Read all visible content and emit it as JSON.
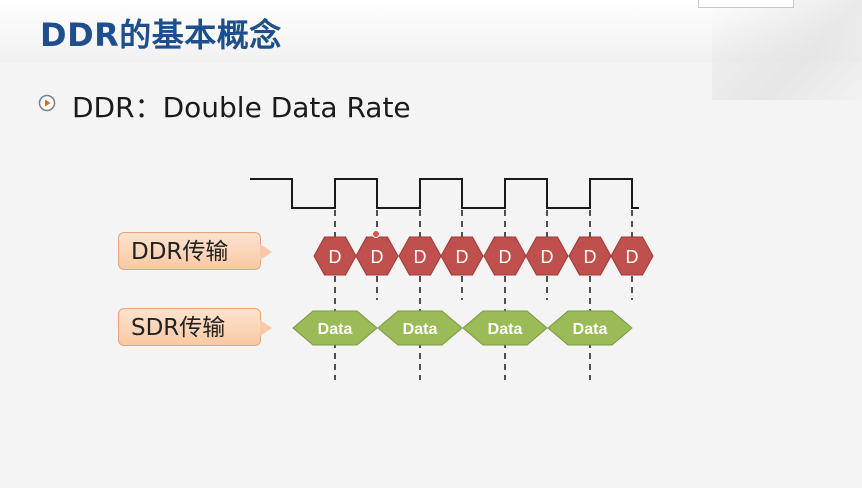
{
  "title": "DDR的基本概念",
  "bullet": "DDR：Double Data Rate",
  "labels": {
    "ddr": "DDR传输",
    "sdr": "SDR传输"
  },
  "ddr_cells": [
    "D",
    "D",
    "D",
    "D",
    "D",
    "D",
    "D",
    "D"
  ],
  "sdr_cells": [
    "Data",
    "Data",
    "Data",
    "Data"
  ],
  "colors": {
    "title": "#1f4e8c",
    "ddr_fill": "#c0504d",
    "sdr_fill": "#9bbb59",
    "label_fill": "#f8c9a4"
  },
  "icons": {
    "bullet": "play-circle-icon"
  }
}
